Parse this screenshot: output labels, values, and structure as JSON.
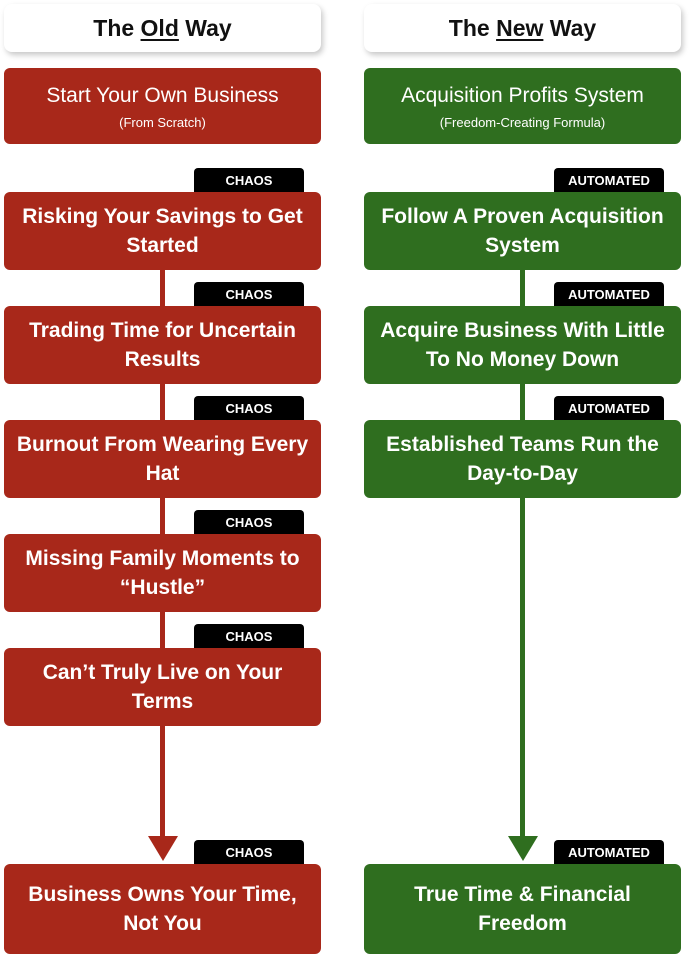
{
  "colors": {
    "old": "#a8281a",
    "new": "#2f6e1f",
    "tag": "#000000"
  },
  "old": {
    "header": {
      "pre": "The ",
      "em": "Old",
      "post": " Way"
    },
    "start": {
      "title": "Start Your Own Business",
      "sub": "(From Scratch)"
    },
    "tag": "CHAOS",
    "steps": [
      "Risking Your Savings to Get Started",
      "Trading Time for Uncertain Results",
      "Burnout From Wearing Every Hat",
      "Missing Family Moments to “Hustle”",
      "Can’t Truly Live on Your Terms"
    ],
    "result": "Business Owns Your Time, Not You"
  },
  "new": {
    "header": {
      "pre": "The ",
      "em": "New",
      "post": " Way"
    },
    "start": {
      "title": "Acquisition Profits System",
      "sub": "(Freedom-Creating Formula)"
    },
    "tag": "AUTOMATED",
    "steps": [
      "Follow A Proven Acquisition System",
      "Acquire Business With Little To No Money Down",
      "Established Teams Run the Day-to-Day"
    ],
    "result": "True Time & Financial Freedom"
  }
}
